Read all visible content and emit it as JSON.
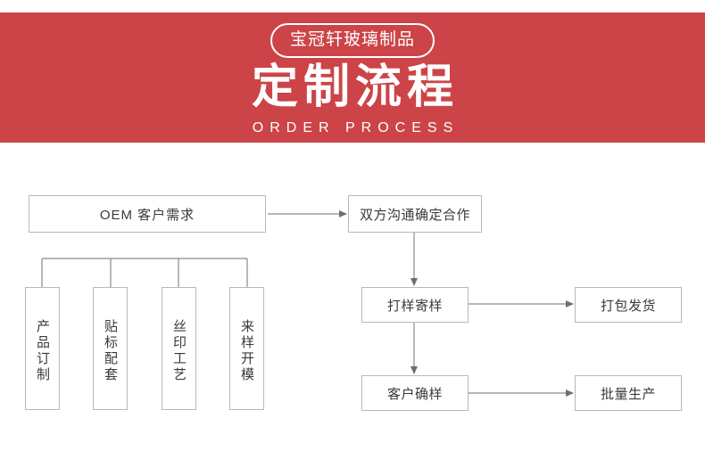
{
  "banner": {
    "brand_pill": "宝冠轩玻璃制品",
    "title": "定制流程",
    "subtitle": "ORDER PROCESS",
    "bg_color": "#cc4448",
    "text_color": "#ffffff"
  },
  "flowchart": {
    "border_color": "#b9b9b9",
    "text_color": "#3a3a3a",
    "nodes": {
      "oem": "OEM 客户需求",
      "branch_1": "产品订制",
      "branch_2": "贴标配套",
      "branch_3": "丝印工艺",
      "branch_4": "来样开模",
      "cooperate": "双方沟通确定合作",
      "sample": "打样寄样",
      "shipping": "打包发货",
      "confirm": "客户确样",
      "production": "批量生产"
    }
  }
}
